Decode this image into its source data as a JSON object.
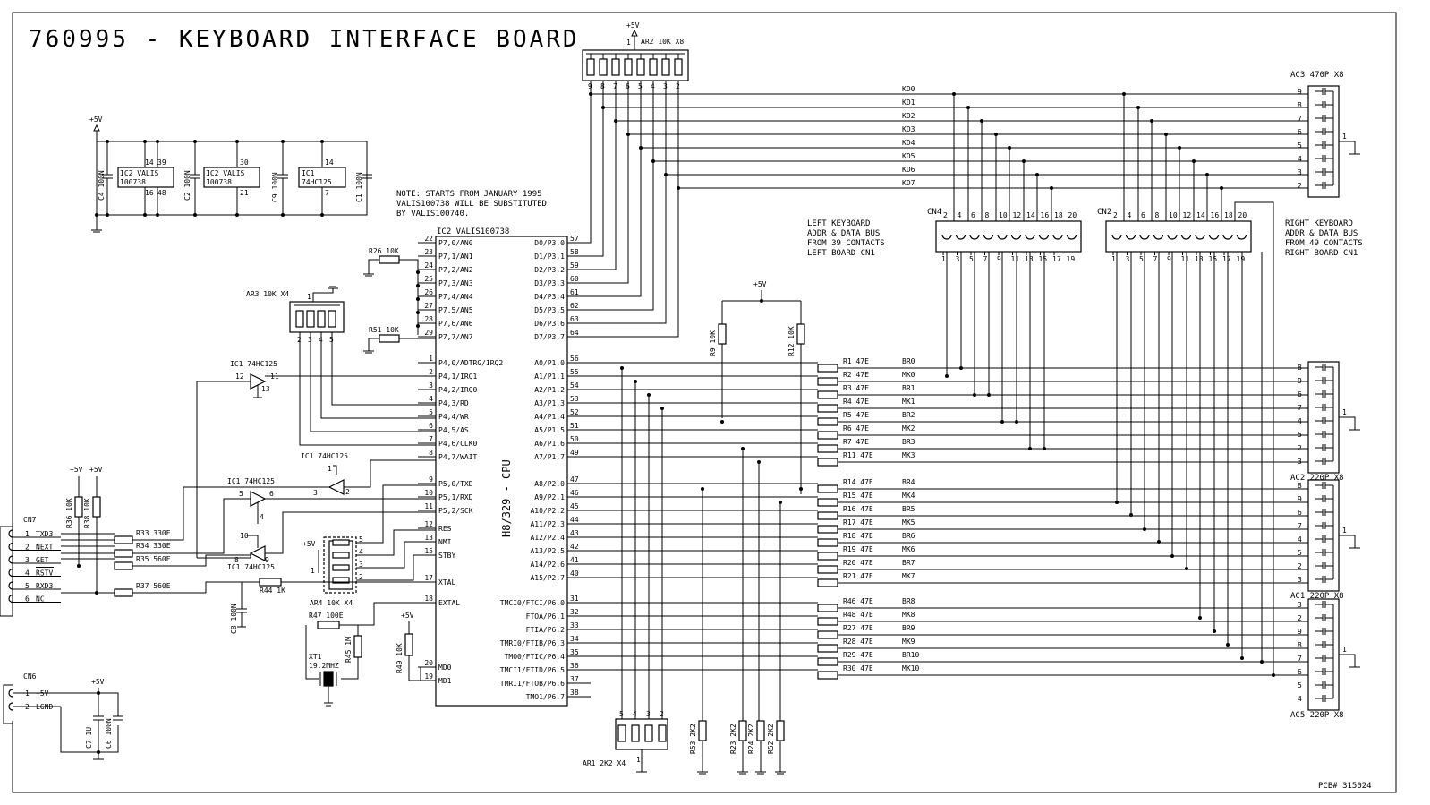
{
  "title": "760995 - KEYBOARD INTERFACE BOARD",
  "pcb_label": "PCB# 315024",
  "note": [
    "NOTE: STARTS FROM JANUARY 1995",
    "VALIS100738 WILL BE SUBSTITUTED",
    "BY VALIS100740."
  ],
  "power": {
    "vcc": "+5V"
  },
  "cpu": {
    "name": "IC2 VALIS100738",
    "side_label": "H8/329 - CPU",
    "left_pins": [
      {
        "num": "22",
        "name": "P7,0/AN0"
      },
      {
        "num": "23",
        "name": "P7,1/AN1"
      },
      {
        "num": "24",
        "name": "P7,2/AN2"
      },
      {
        "num": "25",
        "name": "P7,3/AN3"
      },
      {
        "num": "26",
        "name": "P7,4/AN4"
      },
      {
        "num": "27",
        "name": "P7,5/AN5"
      },
      {
        "num": "28",
        "name": "P7,6/AN6"
      },
      {
        "num": "29",
        "name": "P7,7/AN7"
      },
      {
        "num": "1",
        "name": "P4,0/ADTRG/IRQ2"
      },
      {
        "num": "2",
        "name": "P4,1/IRQ1"
      },
      {
        "num": "3",
        "name": "P4,2/IRQ0"
      },
      {
        "num": "4",
        "name": "P4,3/RD"
      },
      {
        "num": "5",
        "name": "P4,4/WR"
      },
      {
        "num": "6",
        "name": "P4,5/AS"
      },
      {
        "num": "7",
        "name": "P4,6/CLK0"
      },
      {
        "num": "8",
        "name": "P4,7/WAIT"
      },
      {
        "num": "9",
        "name": "P5,0/TXD"
      },
      {
        "num": "10",
        "name": "P5,1/RXD"
      },
      {
        "num": "11",
        "name": "P5,2/SCK"
      },
      {
        "num": "12",
        "name": "RES"
      },
      {
        "num": "13",
        "name": "NMI"
      },
      {
        "num": "15",
        "name": "STBY"
      },
      {
        "num": "17",
        "name": "XTAL"
      },
      {
        "num": "18",
        "name": "EXTAL"
      },
      {
        "num": "20",
        "name": "MD0"
      },
      {
        "num": "19",
        "name": "MD1"
      }
    ],
    "right_pins": [
      {
        "num": "57",
        "name": "D0/P3,0"
      },
      {
        "num": "58",
        "name": "D1/P3,1"
      },
      {
        "num": "59",
        "name": "D2/P3,2"
      },
      {
        "num": "60",
        "name": "D3/P3,3"
      },
      {
        "num": "61",
        "name": "D4/P3,4"
      },
      {
        "num": "62",
        "name": "D5/P3,5"
      },
      {
        "num": "63",
        "name": "D6/P3,6"
      },
      {
        "num": "64",
        "name": "D7/P3,7"
      },
      {
        "num": "56",
        "name": "A0/P1,0"
      },
      {
        "num": "55",
        "name": "A1/P1,1"
      },
      {
        "num": "54",
        "name": "A2/P1,2"
      },
      {
        "num": "53",
        "name": "A3/P1,3"
      },
      {
        "num": "52",
        "name": "A4/P1,4"
      },
      {
        "num": "51",
        "name": "A5/P1,5"
      },
      {
        "num": "50",
        "name": "A6/P1,6"
      },
      {
        "num": "49",
        "name": "A7/P1,7"
      },
      {
        "num": "47",
        "name": "A8/P2,0"
      },
      {
        "num": "46",
        "name": "A9/P2,1"
      },
      {
        "num": "45",
        "name": "A10/P2,2"
      },
      {
        "num": "44",
        "name": "A11/P2,3"
      },
      {
        "num": "43",
        "name": "A12/P2,4"
      },
      {
        "num": "42",
        "name": "A13/P2,5"
      },
      {
        "num": "41",
        "name": "A14/P2,6"
      },
      {
        "num": "40",
        "name": "A15/P2,7"
      },
      {
        "num": "31",
        "name": "TMCI0/FTCI/P6,0"
      },
      {
        "num": "32",
        "name": "FTOA/P6,1"
      },
      {
        "num": "33",
        "name": "FTIA/P6,2"
      },
      {
        "num": "34",
        "name": "TMRI0/FTIB/P6,3"
      },
      {
        "num": "35",
        "name": "TMO0/FTIC/P6,4"
      },
      {
        "num": "36",
        "name": "TMCI1/FTID/P6,5"
      },
      {
        "num": "37",
        "name": "TMRI1/FTOB/P6,6"
      },
      {
        "num": "38",
        "name": "TMO1/P6,7"
      }
    ]
  },
  "kd_nets": [
    "KD0",
    "KD1",
    "KD2",
    "KD3",
    "KD4",
    "KD5",
    "KD6",
    "KD7"
  ],
  "series_resistors": [
    {
      "ref": "R1 47E",
      "net": "BR0"
    },
    {
      "ref": "R2 47E",
      "net": "MK0"
    },
    {
      "ref": "R3 47E",
      "net": "BR1"
    },
    {
      "ref": "R4 47E",
      "net": "MK1"
    },
    {
      "ref": "R5 47E",
      "net": "BR2"
    },
    {
      "ref": "R6 47E",
      "net": "MK2"
    },
    {
      "ref": "R7 47E",
      "net": "BR3"
    },
    {
      "ref": "R11 47E",
      "net": "MK3"
    },
    {
      "ref": "R14 47E",
      "net": "BR4"
    },
    {
      "ref": "R15 47E",
      "net": "MK4"
    },
    {
      "ref": "R16 47E",
      "net": "BR5"
    },
    {
      "ref": "R17 47E",
      "net": "MK5"
    },
    {
      "ref": "R18 47E",
      "net": "BR6"
    },
    {
      "ref": "R19 47E",
      "net": "MK6"
    },
    {
      "ref": "R20 47E",
      "net": "BR7"
    },
    {
      "ref": "R21 47E",
      "net": "MK7"
    },
    {
      "ref": "R46 47E",
      "net": "BR8"
    },
    {
      "ref": "R48 47E",
      "net": "MK8"
    },
    {
      "ref": "R27 47E",
      "net": "BR9"
    },
    {
      "ref": "R28 47E",
      "net": "MK9"
    },
    {
      "ref": "R29 47E",
      "net": "BR10"
    },
    {
      "ref": "R30 47E",
      "net": "MK10"
    }
  ],
  "cap_arrays": [
    {
      "label": "AC3 470P X8",
      "pins": [
        "9",
        "8",
        "7",
        "6",
        "5",
        "4",
        "3",
        "2"
      ],
      "common": "1"
    },
    {
      "label": "AC2 220P X8",
      "pins": [
        "8",
        "9",
        "6",
        "7",
        "4",
        "5",
        "2",
        "3"
      ],
      "common": "1",
      "label_pos": "below"
    },
    {
      "label": "AC1 220P X8",
      "pins": [
        "8",
        "9",
        "6",
        "7",
        "4",
        "5",
        "2",
        "3"
      ],
      "common": "1",
      "label_pos": "below"
    },
    {
      "label": "AC5 220P X8",
      "pins": [
        "3",
        "2",
        "9",
        "8",
        "7",
        "6",
        "5",
        "4"
      ],
      "common": "1",
      "label_pos": "below"
    }
  ],
  "connectors": {
    "cn4": {
      "ref": "CN4",
      "top": [
        "2",
        "4",
        "6",
        "8",
        "10",
        "12",
        "14",
        "16",
        "18",
        "20"
      ],
      "bottom": [
        "1",
        "3",
        "5",
        "7",
        "9",
        "11",
        "13",
        "15",
        "17",
        "19"
      ],
      "desc": [
        "LEFT KEYBOARD",
        "ADDR & DATA BUS",
        "FROM 39 CONTACTS",
        "LEFT BOARD CN1"
      ]
    },
    "cn2": {
      "ref": "CN2",
      "top": [
        "2",
        "4",
        "6",
        "8",
        "10",
        "12",
        "14",
        "16",
        "18",
        "20"
      ],
      "bottom": [
        "1",
        "3",
        "5",
        "7",
        "9",
        "11",
        "13",
        "15",
        "17",
        "19"
      ],
      "desc": [
        "RIGHT KEYBOARD",
        "ADDR & DATA BUS",
        "FROM 49 CONTACTS",
        "RIGHT BOARD CN1"
      ]
    },
    "cn7": {
      "ref": "CN7",
      "pins": [
        {
          "num": "1",
          "name": "TXD3"
        },
        {
          "num": "2",
          "name": "NEXT"
        },
        {
          "num": "3",
          "name": "GET"
        },
        {
          "num": "4",
          "name": "RSTV"
        },
        {
          "num": "5",
          "name": "RXD3"
        },
        {
          "num": "6",
          "name": "NC"
        }
      ]
    },
    "cn6": {
      "ref": "CN6",
      "pins": [
        {
          "num": "1",
          "name": "+5V"
        },
        {
          "num": "2",
          "name": "LGND"
        }
      ]
    }
  },
  "resistor_arrays": {
    "ar2": {
      "label": "AR2 10K X8",
      "pins": [
        "9",
        "8",
        "7",
        "6",
        "5",
        "4",
        "3",
        "2"
      ],
      "common": "1"
    },
    "ar3": {
      "label": "AR3 10K X4",
      "pins": [
        "2",
        "3",
        "4",
        "5"
      ],
      "common": "1"
    },
    "ar4": {
      "label": "AR4 10K X4",
      "pins": [
        "5",
        "4",
        "3",
        "2"
      ],
      "common": "1"
    },
    "ar1": {
      "label": "AR1 2K2 X4",
      "pins": [
        "5",
        "4",
        "3",
        "2"
      ],
      "common": "1"
    }
  },
  "resistors": {
    "r26": "R26 10K",
    "r51": "R51 10K",
    "r33": "R33 330E",
    "r34": "R34 330E",
    "r35": "R35 560E",
    "r37": "R37 560E",
    "r36": "R36 10K",
    "r38": "R38 10K",
    "r44": "R44 1K",
    "r47": "R47 100E",
    "r45": "R45 1M",
    "r49": "R49 10K",
    "r9": "R9 10K",
    "r12": "R12 10K",
    "r53": "R53 2K2",
    "r23": "R23 2K2",
    "r24": "R24 2K2",
    "r52": "R52 2K2"
  },
  "ics": {
    "ic2a": {
      "l1": "IC2 VALIS",
      "l2": "100738",
      "pins": [
        "14",
        "39",
        "16",
        "48"
      ]
    },
    "ic2b": {
      "l1": "IC2 VALIS",
      "l2": "100738",
      "pins": [
        "30",
        "21"
      ]
    },
    "ic1p": {
      "l1": "IC1",
      "l2": "74HC125",
      "pins": [
        "14",
        "7"
      ]
    },
    "buf1": {
      "label": "IC1 74HC125",
      "pins": [
        "12",
        "11",
        "13"
      ]
    },
    "buf2": {
      "label": "IC1 74HC125",
      "pins": [
        "1",
        "3",
        "2"
      ]
    },
    "buf3": {
      "label": "IC1 74HC125",
      "pins": [
        "5",
        "6",
        "4"
      ]
    },
    "buf4": {
      "label": "IC1 74HC125",
      "pins": [
        "10",
        "8",
        "9"
      ]
    }
  },
  "capacitors": {
    "c4": "C4 100N",
    "c2": "C2 100N",
    "c9": "C9 100N",
    "c1": "C1 100N",
    "c8": "C8 100N",
    "c7": "C7 1U",
    "c6": "C6 100N"
  },
  "crystal": {
    "ref": "XT1",
    "value": "19.2MHZ"
  }
}
